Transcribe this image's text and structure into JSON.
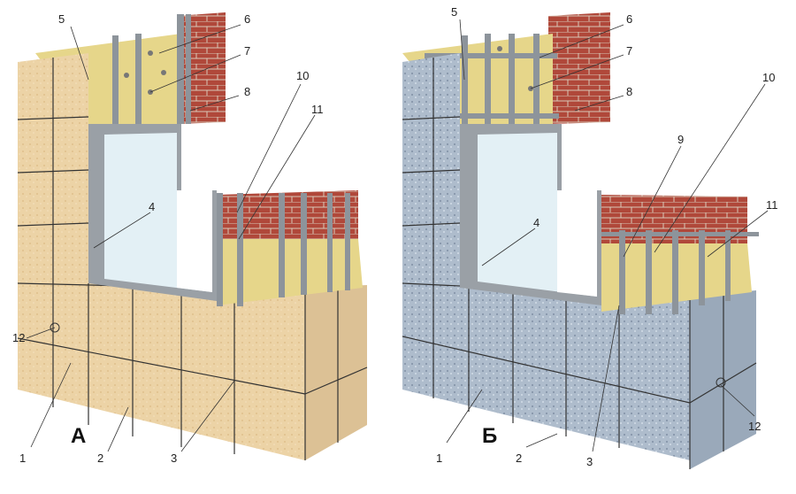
{
  "figure": {
    "variant_a": {
      "letter": "А",
      "callouts": [
        "1",
        "2",
        "3",
        "4",
        "5",
        "6",
        "7",
        "8",
        "10",
        "11",
        "12"
      ]
    },
    "variant_b": {
      "letter": "Б",
      "callouts": [
        "1",
        "2",
        "3",
        "4",
        "5",
        "6",
        "7",
        "8",
        "9",
        "10",
        "11",
        "12"
      ]
    },
    "colors": {
      "tile_a": "#ecd3a6",
      "tile_b": "#aebccc",
      "insulation": "#e6d68a",
      "brick": "#b0483a",
      "frame": "#9aa0a6",
      "glass": "#e3f0f5"
    }
  }
}
